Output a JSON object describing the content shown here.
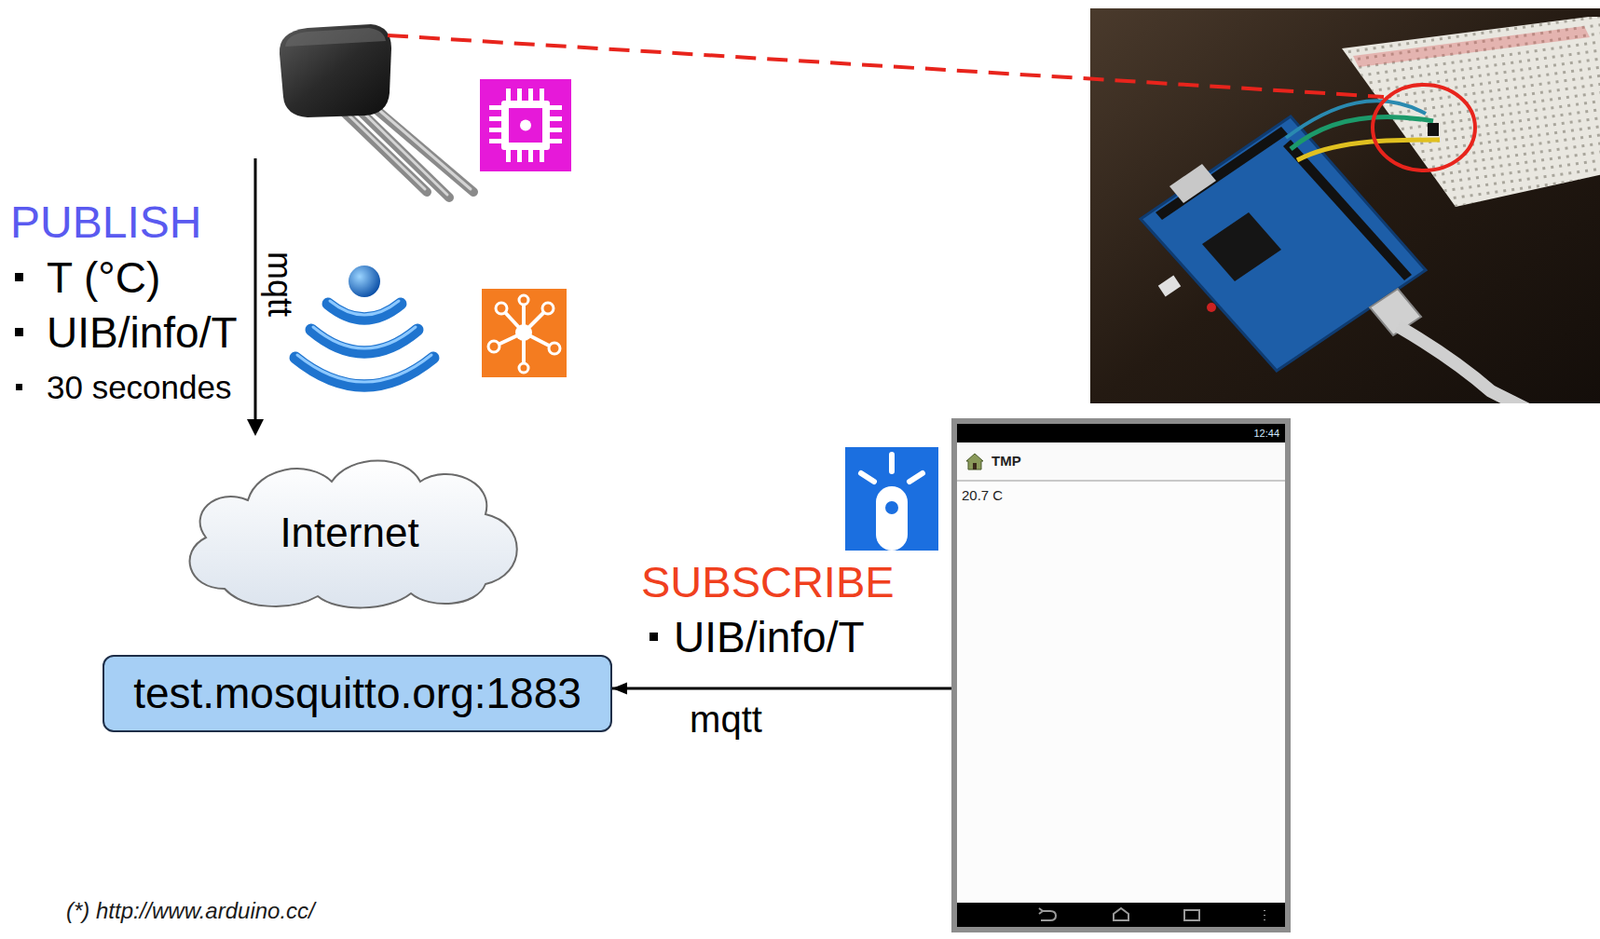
{
  "diagram": {
    "nodes": [
      {
        "text": [
          "Internet"
        ]
      },
      {
        "text": [
          "test.mosquitto.org:1883"
        ]
      },
      {
        "text": [
          "12:44",
          "TMP",
          "20.7 C"
        ]
      }
    ],
    "edges": [
      {
        "from": 2,
        "to": 1,
        "arrow": "to",
        "label": "mqtt"
      }
    ],
    "labels": [
      "PUBLISH",
      "T (°C)",
      "UIB/info/T",
      "30 secondes",
      "mqtt",
      "SUBSCRIBE",
      "UIB/info/T",
      "(*) http://www.arduino.cc/"
    ]
  }
}
